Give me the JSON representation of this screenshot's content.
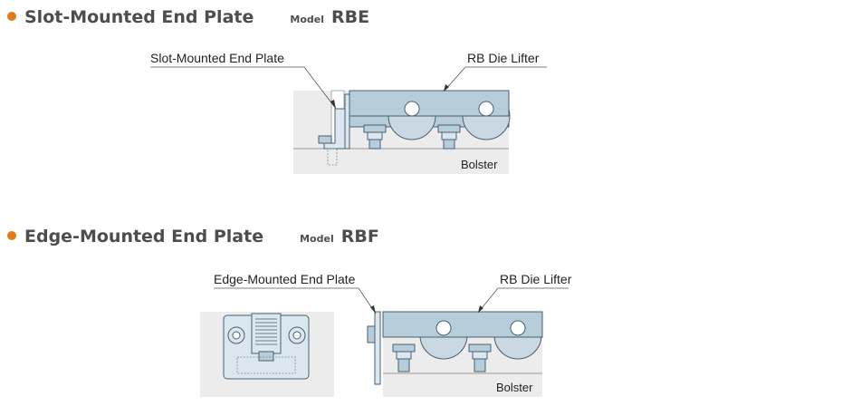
{
  "colors": {
    "bullet": "#e07b1a",
    "bolster_fill": "#ececec",
    "lifter_fill": "#b6cdda",
    "part_stroke": "#4a6070",
    "wheel_fill": "#c9d8e2",
    "bracket_fill": "#dbe7ee"
  },
  "rbe": {
    "title": "Slot-Mounted End Plate",
    "model_word": "Model",
    "model_code": "RBE",
    "callout_plate": "Slot-Mounted End Plate",
    "callout_lifter": "RB Die Lifter",
    "bolster_label": "Bolster"
  },
  "rbf": {
    "title": "Edge-Mounted End Plate",
    "model_word": "Model",
    "model_code": "RBF",
    "callout_plate": "Edge-Mounted End Plate",
    "callout_lifter": "RB Die Lifter",
    "bolster_label": "Bolster"
  }
}
